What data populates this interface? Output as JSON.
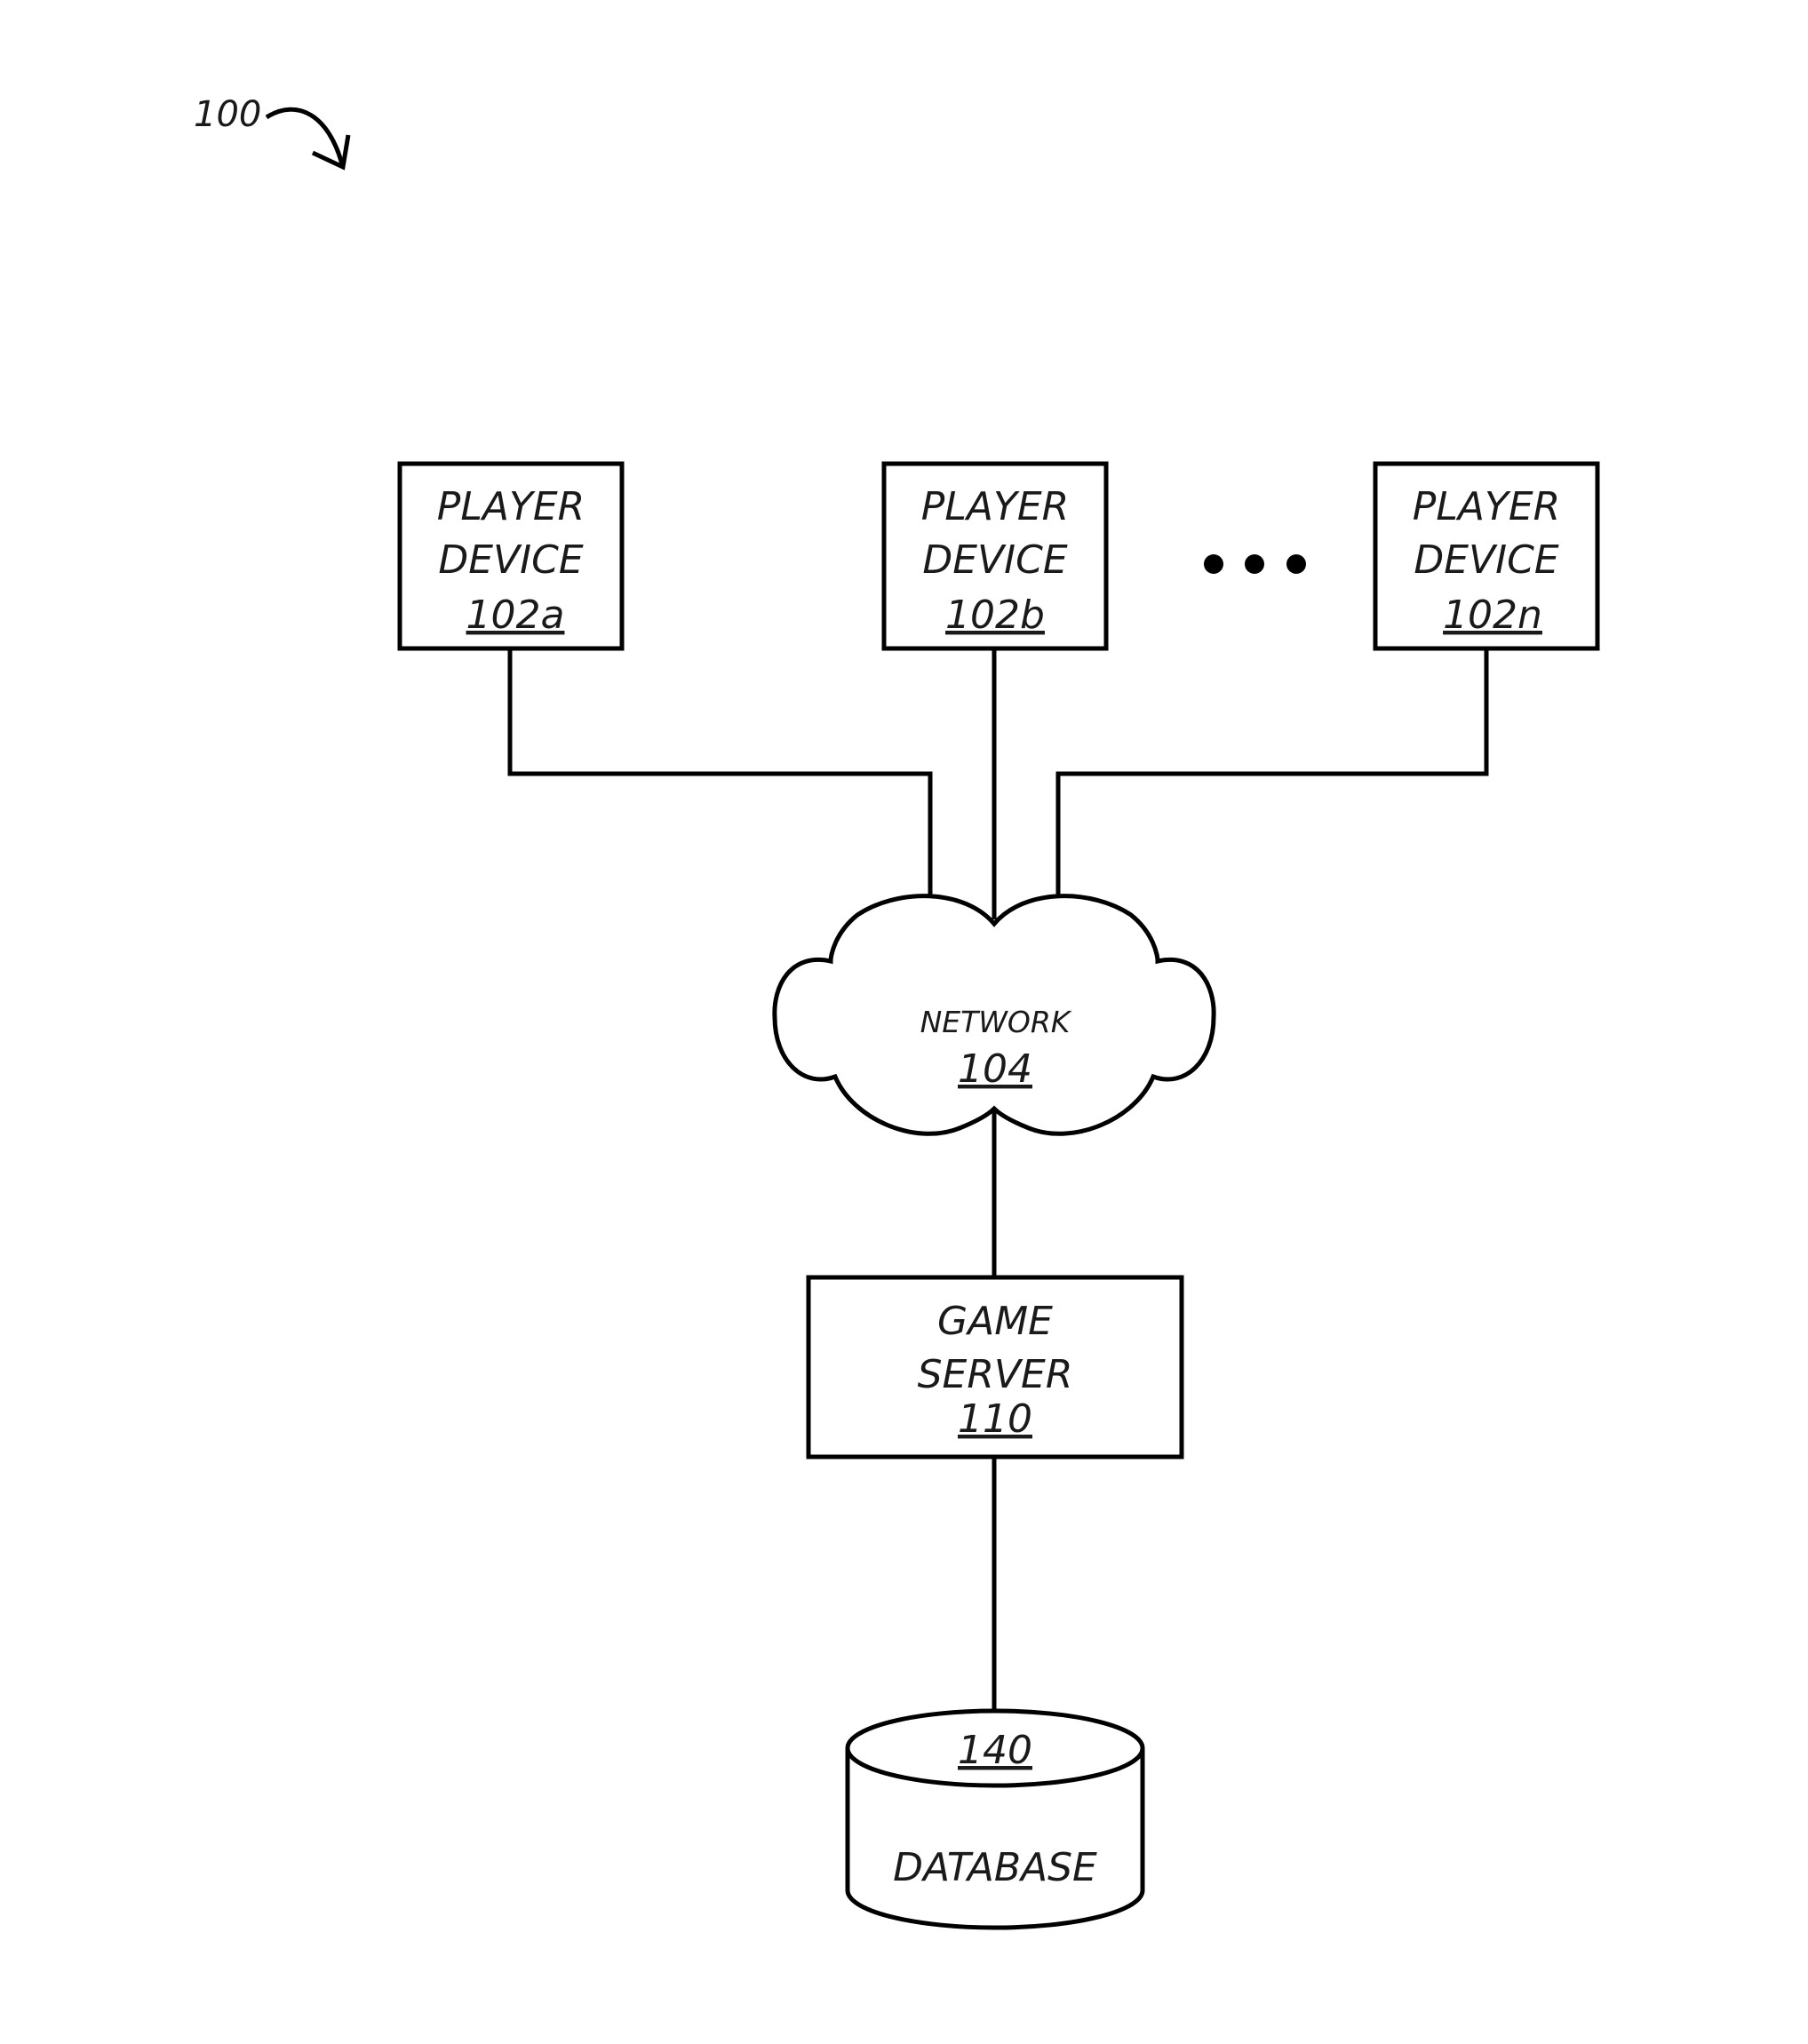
{
  "figure": {
    "ref": "100"
  },
  "player_devices": [
    {
      "line1": "PLAYER",
      "line2": "DEVICE",
      "ref": "102a"
    },
    {
      "line1": "PLAYER",
      "line2": "DEVICE",
      "ref": "102b"
    },
    {
      "line1": "PLAYER",
      "line2": "DEVICE",
      "ref": "102n"
    }
  ],
  "network": {
    "label": "NETWORK",
    "ref": "104"
  },
  "game_server": {
    "line1": "GAME",
    "line2": "SERVER",
    "ref": "110"
  },
  "database": {
    "ref": "140",
    "label": "DATABASE"
  }
}
